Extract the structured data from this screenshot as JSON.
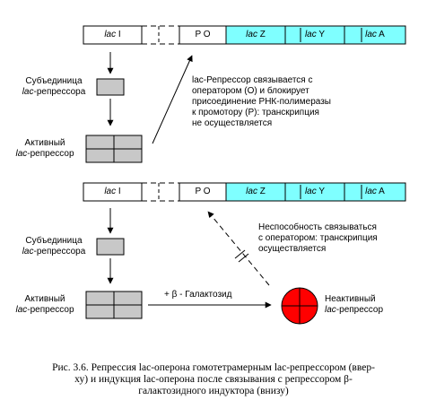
{
  "colors": {
    "lac_genes_fill": "#7fffff",
    "inducer_fill": "#ff0000",
    "subunit_fill": "#c8c8c8"
  },
  "top": {
    "genes": {
      "lacI_prefix": "lac",
      "lacI_suffix": " I",
      "P": "P",
      "O": "O",
      "lacZ_prefix": "lac",
      "lacZ_suffix": " Z",
      "lacY_prefix": "lac",
      "lacY_suffix": " Y",
      "lacA_prefix": "lac",
      "lacA_suffix": " A"
    },
    "subunit_label_1": "Субъединица",
    "subunit_label_2_prefix": "lac",
    "subunit_label_2_suffix": "-репрессора",
    "active_label_1": "Активный",
    "active_label_2_prefix": "lac",
    "active_label_2_suffix": "-репрессор",
    "note_lines": [
      "lac-Репрессор связывается с",
      "оператором (O) и блокирует",
      "присоединение РНК-полимеразы",
      "к промотору (P): транскрипция",
      "не осуществляется"
    ]
  },
  "bottom": {
    "genes": {
      "lacI_prefix": "lac",
      "lacI_suffix": " I",
      "P": "P",
      "O": "O",
      "lacZ_prefix": "lac",
      "lacZ_suffix": " Z",
      "lacY_prefix": "lac",
      "lacY_suffix": " Y",
      "lacA_prefix": "lac",
      "lacA_suffix": " A"
    },
    "subunit_label_1": "Субъединица",
    "subunit_label_2_prefix": "lac",
    "subunit_label_2_suffix": "-репрессора",
    "active_label_1": "Активный",
    "active_label_2_prefix": "lac",
    "active_label_2_suffix": "-репрессор",
    "inducer_text": "+ β - Галактозид",
    "inactive_label_1": "Неактивный",
    "inactive_label_2_prefix": "lac",
    "inactive_label_2_suffix": "-репрессор",
    "note_lines": [
      "Неспособность связываться",
      "с оператором: транскрипция",
      "осуществляется"
    ]
  },
  "caption_lines": [
    "Рис. 3.6. Репрессия lac-оперона гомотетрамерным lac-репрессором (ввер-",
    "ху) и индукция lac-оперона после связывания с репрессором β-",
    "галактозидного индуктора (внизу)"
  ]
}
